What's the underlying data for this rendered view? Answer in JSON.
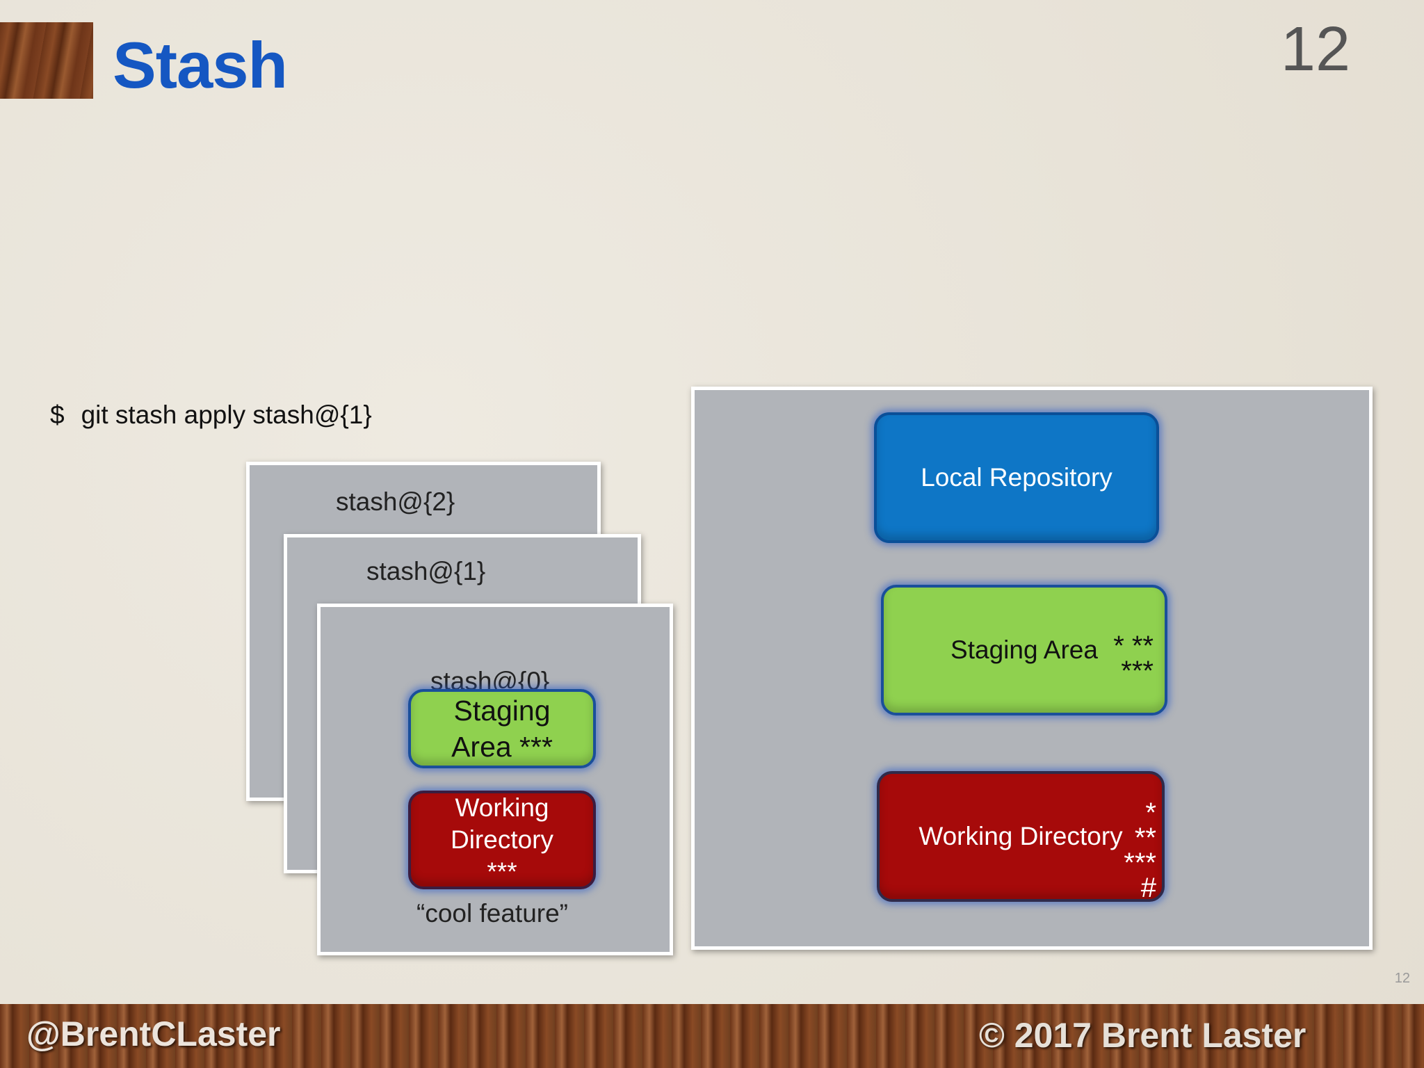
{
  "slide": {
    "title": "Stash",
    "number": "12",
    "number_small": "12"
  },
  "command": {
    "prompt": "$",
    "text": "git stash apply stash@{1}"
  },
  "stash_stack": {
    "stash2_label": "stash@{2}",
    "stash1_label": "stash@{1}",
    "stash0_label": "stash@{0}",
    "staging_line1": "Staging",
    "staging_line2": "Area ***",
    "working_line1": "Working",
    "working_line2": "Directory",
    "working_line3": "***",
    "note": "“cool  feature”"
  },
  "workspace": {
    "local_repository": "Local Repository",
    "staging_area": "Staging Area",
    "staging_marks_1": "* **",
    "staging_marks_2": "***",
    "working_directory": "Working Directory",
    "working_marks_1": "*",
    "working_marks_2": "**",
    "working_marks_3": "***",
    "working_marks_4": "#"
  },
  "footer": {
    "handle": "@BrentCLaster",
    "copyright": "© 2017 Brent Laster"
  }
}
